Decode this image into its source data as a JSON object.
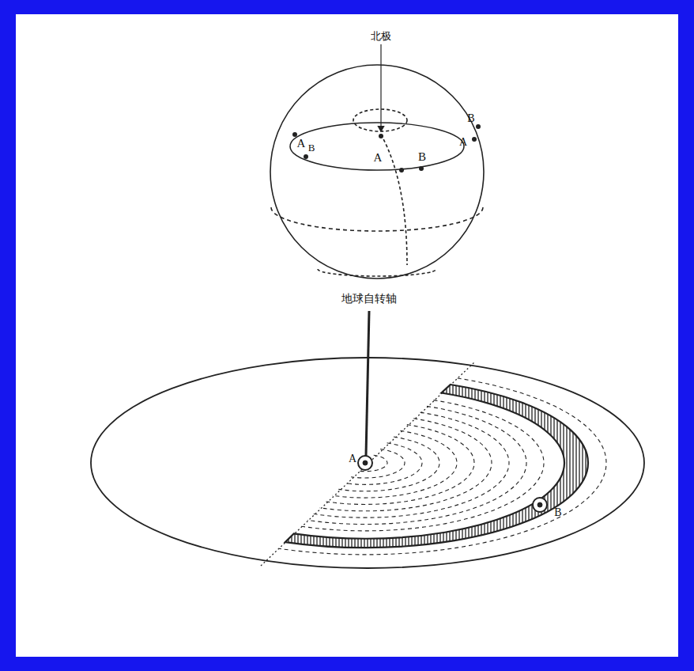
{
  "diagram": {
    "labels": [
      "北极",
      "A",
      "B",
      "A",
      "B",
      "B",
      "A",
      "地球自转轴",
      "A",
      "B"
    ]
  }
}
